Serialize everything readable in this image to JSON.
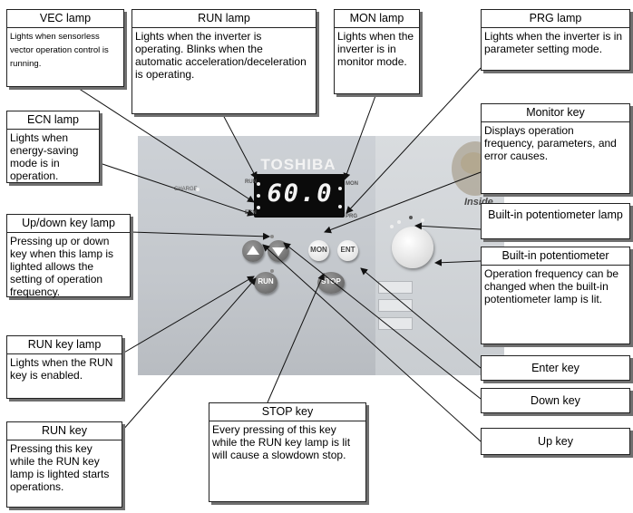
{
  "colors": {
    "panel": "#c6cacf",
    "display": "#0b0b0b",
    "box_shadow": "#6f6f6f"
  },
  "panel": {
    "brand": "TOSHIBA",
    "display_value": "60.0",
    "charge_label": "CHARGE",
    "side_labels": {
      "run": "RUN",
      "prg_left": "ECN",
      "mon": "MON",
      "prg": "PRG"
    },
    "keys": {
      "mon": "MON",
      "ent": "ENT",
      "run": "RUN",
      "stop": "STOP"
    },
    "logo_text": "Inside"
  },
  "callouts": {
    "vec_lamp": {
      "title": "VEC lamp",
      "text": "Lights when sensorless vector operation control is running."
    },
    "run_lamp": {
      "title": "RUN lamp",
      "text": "Lights when the inverter is operating. Blinks when the automatic acceleration/deceleration is operating."
    },
    "mon_lamp": {
      "title": "MON lamp",
      "text": "Lights when the inverter is in monitor mode."
    },
    "prg_lamp": {
      "title": "PRG lamp",
      "text": "Lights when the inverter is in parameter setting mode."
    },
    "ecn_lamp": {
      "title": "ECN lamp",
      "text": "Lights when energy-saving mode is in operation."
    },
    "monitor_key": {
      "title": "Monitor key",
      "text": "Displays operation frequency, parameters, and error causes."
    },
    "updown_lamp": {
      "title": "Up/down key lamp",
      "text": "Pressing up or down key when this lamp is lighted allows the setting of operation frequency."
    },
    "pot_lamp": {
      "title": "Built-in potentiometer lamp"
    },
    "pot": {
      "title": "Built-in potentiometer",
      "text": "Operation frequency can be changed when the built-in potentiometer lamp is lit."
    },
    "run_key_lamp": {
      "title": "RUN key lamp",
      "text": "Lights when the RUN key is enabled."
    },
    "enter_key": {
      "title": "Enter key"
    },
    "down_key": {
      "title": "Down key"
    },
    "stop_key": {
      "title": "STOP key",
      "text": "Every pressing of this key while the RUN key lamp is lit will cause a slowdown stop."
    },
    "up_key": {
      "title": "Up key"
    },
    "run_key": {
      "title": "RUN key",
      "text": "Pressing this key while the RUN key lamp is lighted starts operations."
    }
  }
}
